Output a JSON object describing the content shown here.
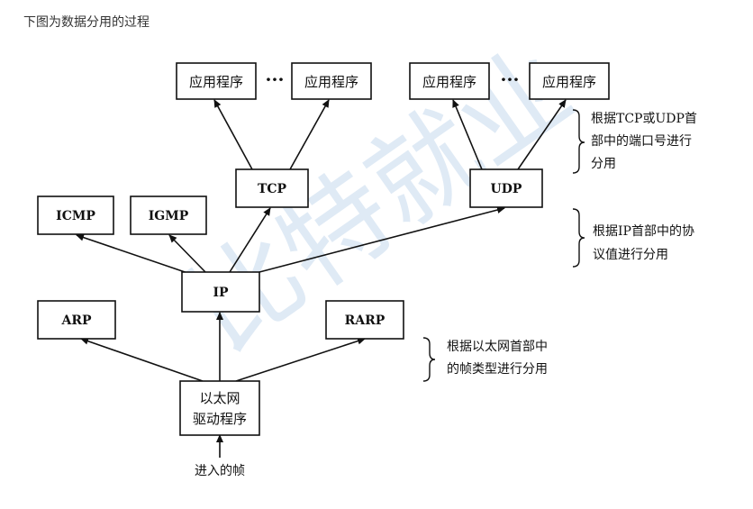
{
  "caption": "下图为数据分用的过程",
  "watermark": "比特就业",
  "boxes": {
    "app1": "应用程序",
    "app2": "应用程序",
    "app3": "应用程序",
    "app4": "应用程序",
    "tcp": "TCP",
    "udp": "UDP",
    "icmp": "ICMP",
    "igmp": "IGMP",
    "ip": "IP",
    "arp": "ARP",
    "rarp": "RARP",
    "eth_line1": "以太网",
    "eth_line2": "驱动程序"
  },
  "dots": "···",
  "input_label": "进入的帧",
  "notes": {
    "transport": [
      "根据TCP或UDP首",
      "部中的端口号进行",
      "分用"
    ],
    "ip": [
      "根据IP首部中的协",
      "议值进行分用"
    ],
    "ethernet": [
      "根据以太网首部中",
      "的帧类型进行分用"
    ]
  }
}
